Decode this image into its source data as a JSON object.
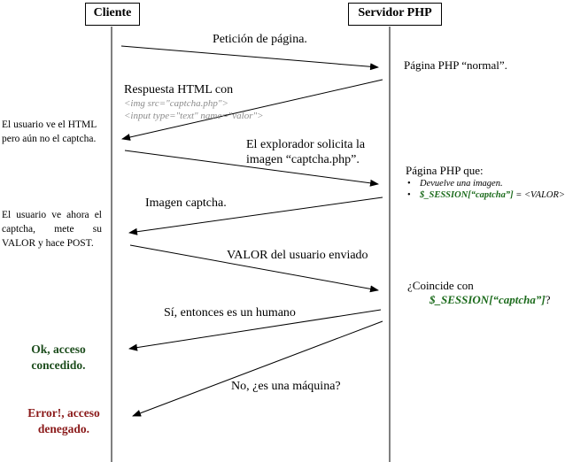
{
  "lifelines": {
    "client": "Cliente",
    "server": "Servidor PHP"
  },
  "messages": {
    "m1": "Petición de página.",
    "m2_title": "Respuesta HTML con",
    "m2_code1": "<img src=\"captcha.php\">",
    "m2_code2": "<input type=\"text\" name=\"valor\">",
    "m3_line1": "El explorador solicita la",
    "m3_line2": "imagen “captcha.php”.",
    "m4": "Imagen captcha.",
    "m5": "VALOR del usuario enviado",
    "m6": "Sí, entonces es un humano",
    "m7": "No, ¿es una máquina?"
  },
  "server_notes": {
    "normal": "Página PHP “normal”.",
    "php_que": "Página PHP que:",
    "bullet1": "Devuelve una imagen.",
    "bullet2_var": "$_SESSION[“captcha”]",
    "bullet2_rest": " = <VALOR>",
    "coincide": "¿Coincide con",
    "coincide_var": "$_SESSION[“captcha”]",
    "coincide_q": "?"
  },
  "client_notes": {
    "note1_line1": "El usuario ve el HTML",
    "note1_line2": "pero aún no el captcha.",
    "note2": "El usuario ve ahora el captcha, mete su VALOR y hace POST.",
    "ok_line1": "Ok, acceso",
    "ok_line2": "concedido.",
    "err_line1": "Error!, acceso",
    "err_line2": "denegado."
  },
  "colors": {
    "ok": "#1d4d1d",
    "error": "#8b1a1a",
    "session_var": "#1c6b1c",
    "code": "#8c8c8c"
  }
}
